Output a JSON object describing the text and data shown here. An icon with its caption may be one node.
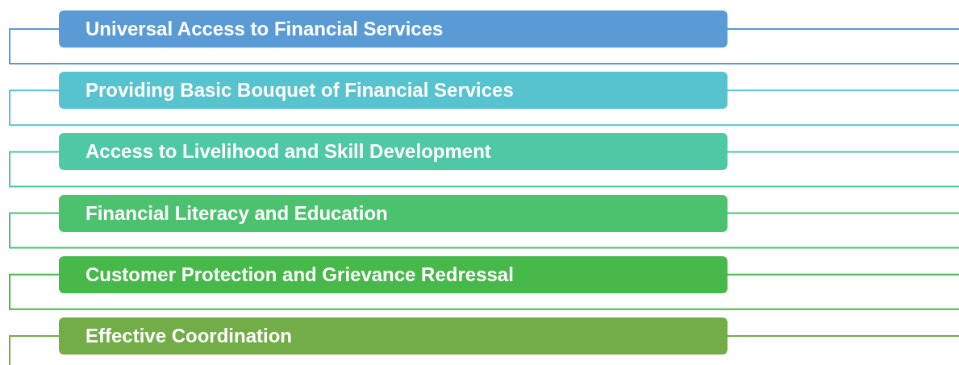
{
  "diagram": {
    "nodes": [
      {
        "text": [
          "Universal Access to Financial Services"
        ]
      },
      {
        "text": [
          "Providing Basic Bouquet of Financial Services"
        ]
      },
      {
        "text": [
          "Access to Livelihood and Skill Development"
        ]
      },
      {
        "text": [
          "Financial Literacy and Education"
        ]
      },
      {
        "text": [
          "Customer Protection and Grievance Redressal"
        ]
      },
      {
        "text": [
          "Effective Coordination"
        ]
      }
    ],
    "edges": [
      {
        "from": 0,
        "to": null,
        "arrow": "none",
        "color": "#5b9bd5"
      },
      {
        "from": 0,
        "to": null,
        "arrow": "none",
        "color": "#5b9bd5"
      },
      {
        "from": 1,
        "to": null,
        "arrow": "none",
        "color": "#57c3cf"
      },
      {
        "from": 1,
        "to": null,
        "arrow": "none",
        "color": "#57c3cf"
      },
      {
        "from": 2,
        "to": null,
        "arrow": "none",
        "color": "#4fc8a6"
      },
      {
        "from": 2,
        "to": null,
        "arrow": "none",
        "color": "#4fc8a6"
      },
      {
        "from": 3,
        "to": null,
        "arrow": "none",
        "color": "#4cc26f"
      },
      {
        "from": 3,
        "to": null,
        "arrow": "none",
        "color": "#4cc26f"
      },
      {
        "from": 4,
        "to": null,
        "arrow": "none",
        "color": "#47b84a"
      },
      {
        "from": 4,
        "to": null,
        "arrow": "none",
        "color": "#47b84a"
      },
      {
        "from": 5,
        "to": null,
        "arrow": "none",
        "color": "#72ad47"
      },
      {
        "from": 5,
        "to": null,
        "arrow": "none",
        "color": "#72ad47"
      }
    ]
  }
}
